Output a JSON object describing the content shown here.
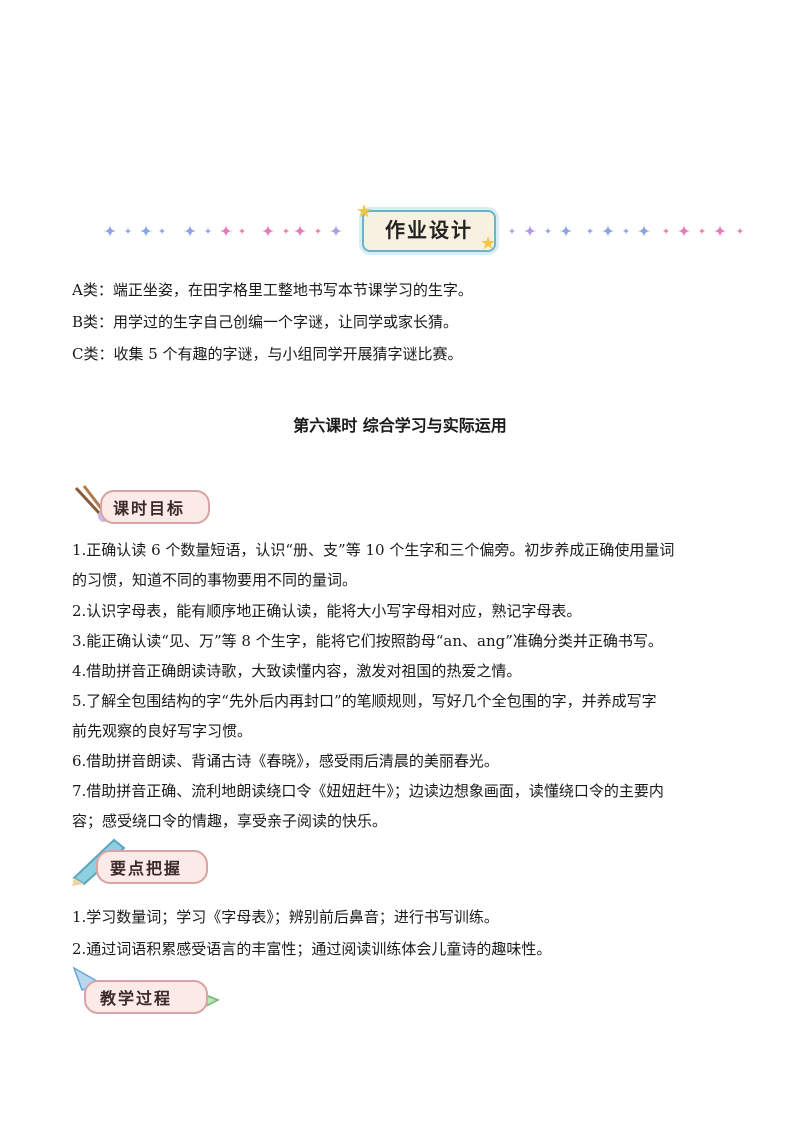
{
  "homework": {
    "title": "作业设计",
    "items": [
      "A类：端正坐姿，在田字格里工整地书写本节课学习的生字。",
      "B类：用学过的生字自己创编一个字谜，让同学或家长猜。",
      "C类：收集 5 个有趣的字谜，与小组同学开展猜字谜比赛。"
    ]
  },
  "lesson_title": "第六课时  综合学习与实际运用",
  "goals": {
    "label": "课时目标",
    "lines": [
      "1.正确认读 6 个数量短语，认识“册、支”等 10 个生字和三个偏旁。初步养成正确使用量词",
      "的习惯，知道不同的事物要用不同的量词。",
      "2.认识字母表，能有顺序地正确认读，能将大小写字母相对应，熟记字母表。",
      "3.能正确认读“见、万”等 8 个生字，能将它们按照韵母“an、ang”准确分类并正确书写。",
      "4.借助拼音正确朗读诗歌，大致读懂内容，激发对祖国的热爱之情。",
      "5.了解全包围结构的字“先外后内再封口”的笔顺规则，写好几个全包围的字，并养成写字",
      "前先观察的良好写字习惯。",
      "6.借助拼音朗读、背诵古诗《春晓》，感受雨后清晨的美丽春光。",
      "7.借助拼音正确、流利地朗读绕口令《妞妞赶牛》；边读边想象画面，读懂绕口令的主要内",
      "容；感受绕口令的情趣，享受亲子阅读的快乐。"
    ]
  },
  "keypoints": {
    "label": "要点把握",
    "lines": [
      "1.学习数量词；学习《字母表》；辨别前后鼻音；进行书写训练。",
      "2.通过词语积累感受语言的丰富性；通过阅读训练体会儿童诗的趣味性。"
    ]
  },
  "process": {
    "label": "教学过程"
  }
}
